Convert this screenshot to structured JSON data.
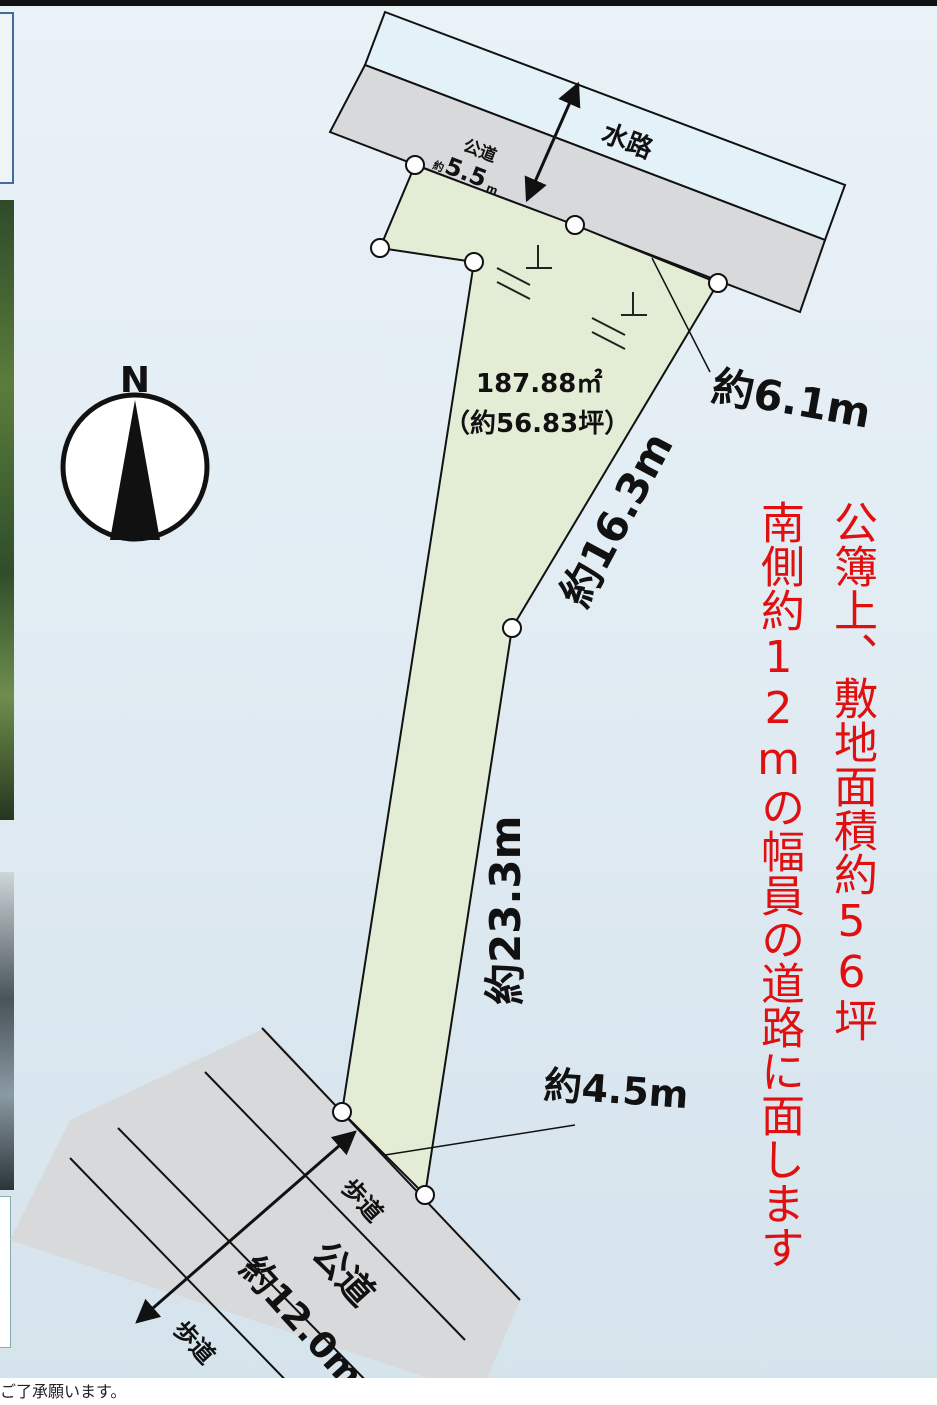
{
  "labels": {
    "waterway": "水路",
    "north_road": "公道",
    "north_road_width_prefix": "約",
    "north_road_width": "5.5",
    "north_road_unit": "m",
    "area_sqm": "187.88㎡",
    "area_tsubo": "（約56.83坪）",
    "north_edge": "約6.1m",
    "east_edge_upper": "約16.3m",
    "west_edge": "約23.3m",
    "south_edge": "約4.5m",
    "sidewalk_north": "歩道",
    "sidewalk_south": "歩道",
    "south_road": "公道",
    "south_road_width": "約12.0m",
    "compass_n": "N"
  },
  "notes": {
    "line1": "公簿上、敷地面積約56坪",
    "line2": "南側約12mの幅員の道路に面します"
  },
  "footer": {
    "text": "ご了承願います。"
  },
  "colors": {
    "lot_fill": "#e3edd6",
    "road_fill": "#d7d9db",
    "water_fill": "#e3f1f8",
    "note_red": "#e01010"
  }
}
